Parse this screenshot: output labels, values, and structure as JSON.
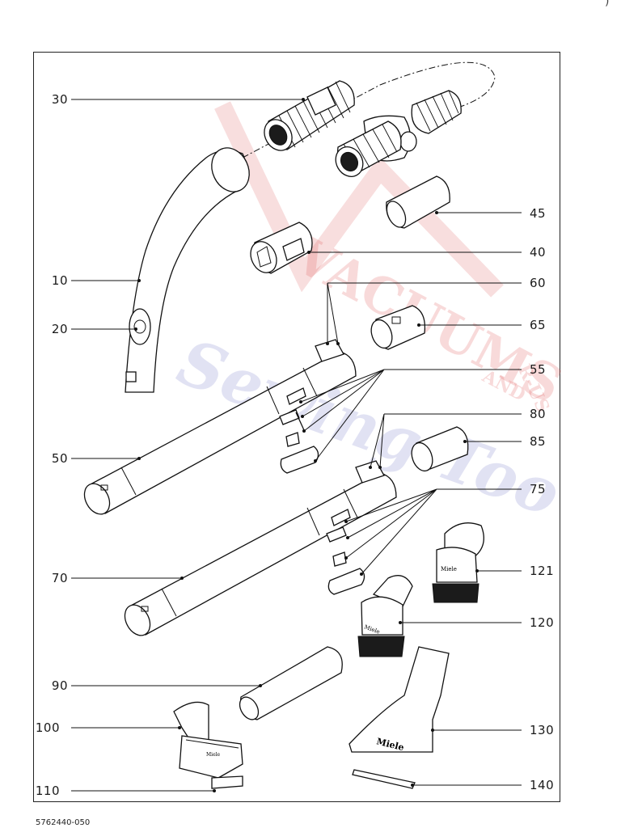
{
  "labels": {
    "p30": "30",
    "p45": "45",
    "p40": "40",
    "p10": "10",
    "p60": "60",
    "p20": "20",
    "p65": "65",
    "p55": "55",
    "p50": "50",
    "p80": "80",
    "p85": "85",
    "p75": "75",
    "p70": "70",
    "p121": "121",
    "p120": "120",
    "p90": "90",
    "p100": "100",
    "p130": "130",
    "p110": "110",
    "p140": "140"
  },
  "tool_brand_text": "Miele",
  "document_number": "5762440-050",
  "corner_mark": ")",
  "watermark": {
    "line1": "VACUUMS",
    "line2": "Sewing Too",
    "line3": "AND",
    "line4": "R-US",
    "colors": {
      "red": "#e06a6a",
      "blue": "#8a8fd0"
    }
  }
}
